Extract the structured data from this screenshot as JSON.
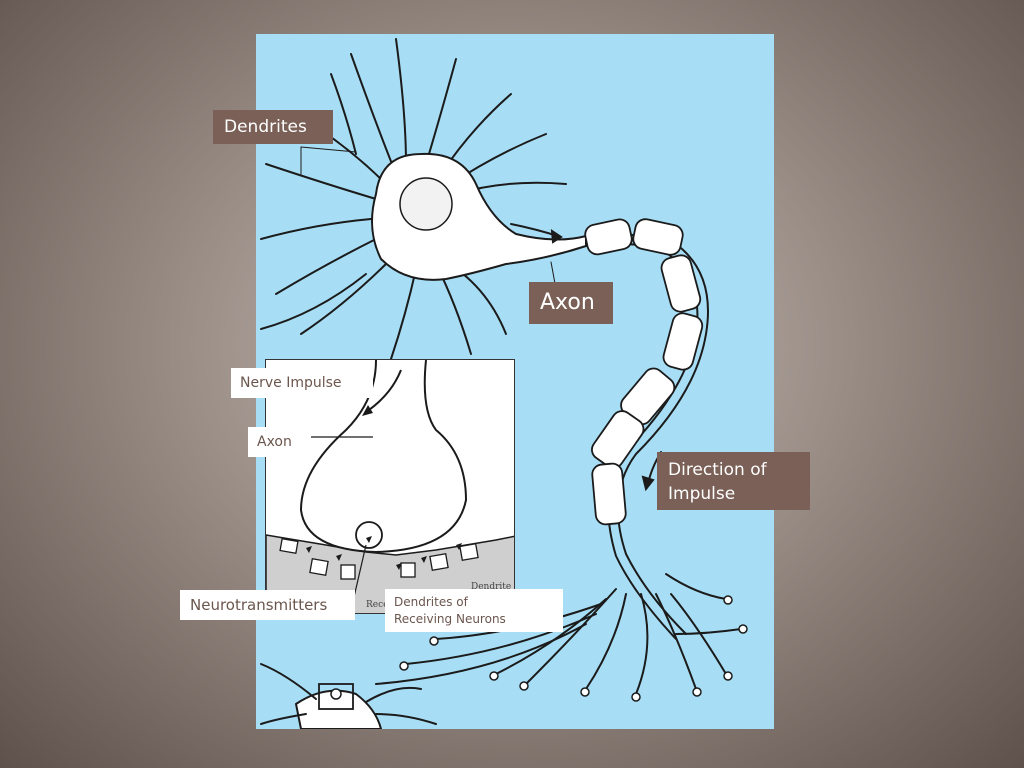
{
  "labels": {
    "dendrites": "Dendrites",
    "axon_main": "Axon",
    "nerve_impulse": "Nerve Impulse",
    "axon_inset": "Axon",
    "direction_line1": "Direction of",
    "direction_line2": "Impulse",
    "neurotransmitters": "Neurotransmitters",
    "receiving_line1": "Dendrites of",
    "receiving_line2": "Receiving Neurons"
  },
  "inset_text": {
    "dendrite": "Dendrite",
    "receiving_fragment": "Rece"
  },
  "colors": {
    "panel": "#a8def5",
    "label_dark": "#7a6056",
    "label_light_text": "#6b564d"
  }
}
